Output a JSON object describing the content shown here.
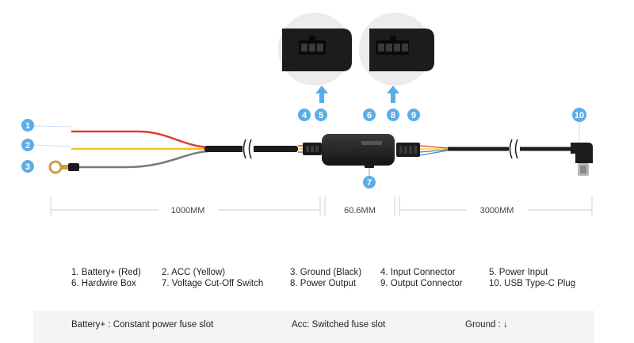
{
  "callouts": [
    "1",
    "2",
    "3",
    "4",
    "5",
    "6",
    "7",
    "8",
    "9",
    "10"
  ],
  "dimensions": {
    "wire_length": "1000MM",
    "box_length": "60.6MM",
    "cable_length": "3000MM"
  },
  "legend": [
    "1. Battery+ (Red)",
    "2. ACC (Yellow)",
    "3. Ground (Black)",
    "4. Input Connector",
    "5. Power Input",
    "6. Hardwire Box",
    "7. Voltage Cut-Off Switch",
    "8. Power Output",
    "9. Output Connector",
    "10. USB Type-C Plug"
  ],
  "footer": {
    "battery": "Battery+ : Constant power fuse slot",
    "acc": "Acc: Switched fuse slot",
    "ground": "Ground : ↓"
  },
  "colors": {
    "accent": "#5aaee8",
    "red_wire": "#e23a2b",
    "yellow_wire": "#f5c21b",
    "ground_wire": "#7a7a7a",
    "footer_bg": "#f3f4f6"
  }
}
